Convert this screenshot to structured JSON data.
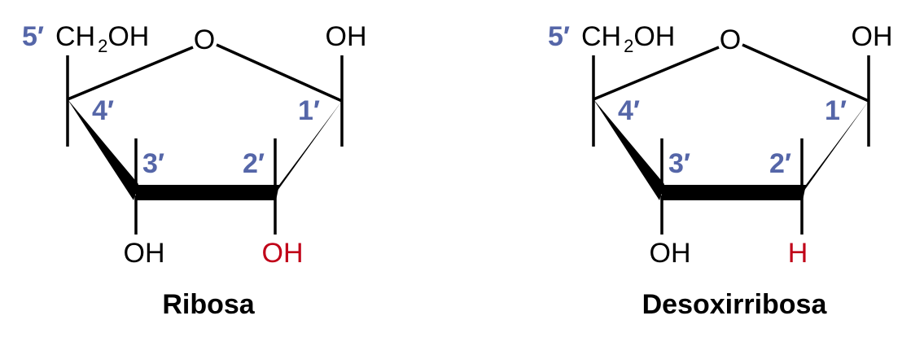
{
  "colors": {
    "carbon_number": "#5566a8",
    "highlight": "#c00018",
    "text": "#000000"
  },
  "molecules": [
    {
      "name": "Ribosa",
      "c5_number": "5′",
      "c5_group_main": "CH",
      "c5_group_sub": "2",
      "c5_group_tail": "OH",
      "ring_oxygen": "O",
      "c1_group": "OH",
      "c4_number": "4′",
      "c1_number": "1′",
      "c3_number": "3′",
      "c2_number": "2′",
      "c3_group": "OH",
      "c2_group": "OH"
    },
    {
      "name": "Desoxirribosa",
      "c5_number": "5′",
      "c5_group_main": "CH",
      "c5_group_sub": "2",
      "c5_group_tail": "OH",
      "ring_oxygen": "O",
      "c1_group": "OH",
      "c4_number": "4′",
      "c1_number": "1′",
      "c3_number": "3′",
      "c2_number": "2′",
      "c3_group": "OH",
      "c2_group": "H"
    }
  ]
}
